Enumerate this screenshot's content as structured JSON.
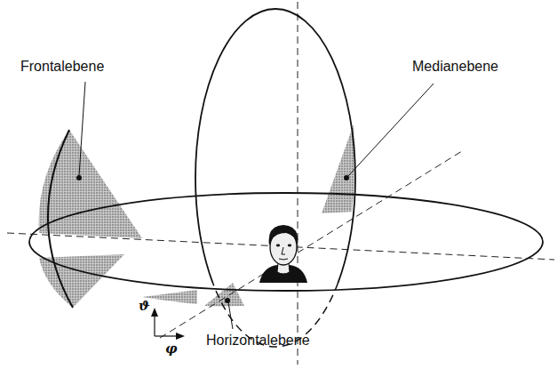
{
  "diagram": {
    "labels": [
      "Frontalebene",
      "Medianebene",
      "Horizontalebene",
      "ϑ",
      "φ"
    ]
  }
}
